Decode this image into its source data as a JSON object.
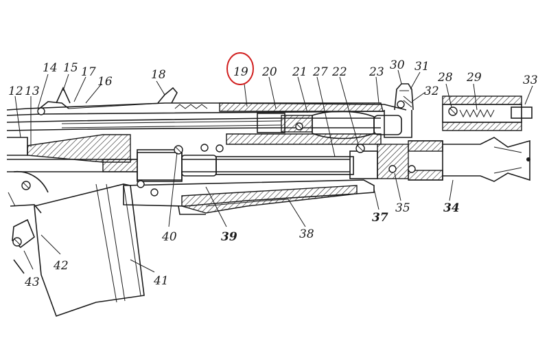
{
  "diagram": {
    "highlight_color": "#d11f1f",
    "ink_color": "#1a1a1a",
    "highlighted_label": "19",
    "labels": [
      {
        "id": "12",
        "text": "12"
      },
      {
        "id": "13",
        "text": "13"
      },
      {
        "id": "14",
        "text": "14"
      },
      {
        "id": "15",
        "text": "15"
      },
      {
        "id": "16",
        "text": "16"
      },
      {
        "id": "17",
        "text": "17"
      },
      {
        "id": "18",
        "text": "18"
      },
      {
        "id": "19",
        "text": "19"
      },
      {
        "id": "20",
        "text": "20"
      },
      {
        "id": "21",
        "text": "21"
      },
      {
        "id": "27",
        "text": "27"
      },
      {
        "id": "22",
        "text": "22"
      },
      {
        "id": "23",
        "text": "23"
      },
      {
        "id": "30",
        "text": "30"
      },
      {
        "id": "31",
        "text": "31"
      },
      {
        "id": "32",
        "text": "32"
      },
      {
        "id": "28",
        "text": "28"
      },
      {
        "id": "29",
        "text": "29"
      },
      {
        "id": "33",
        "text": "33"
      },
      {
        "id": "40",
        "text": "40"
      },
      {
        "id": "39",
        "text": "39"
      },
      {
        "id": "38",
        "text": "38"
      },
      {
        "id": "37",
        "text": "37"
      },
      {
        "id": "35",
        "text": "35"
      },
      {
        "id": "34",
        "text": "34"
      },
      {
        "id": "42",
        "text": "42"
      },
      {
        "id": "43",
        "text": "43"
      },
      {
        "id": "41",
        "text": "41"
      }
    ]
  }
}
